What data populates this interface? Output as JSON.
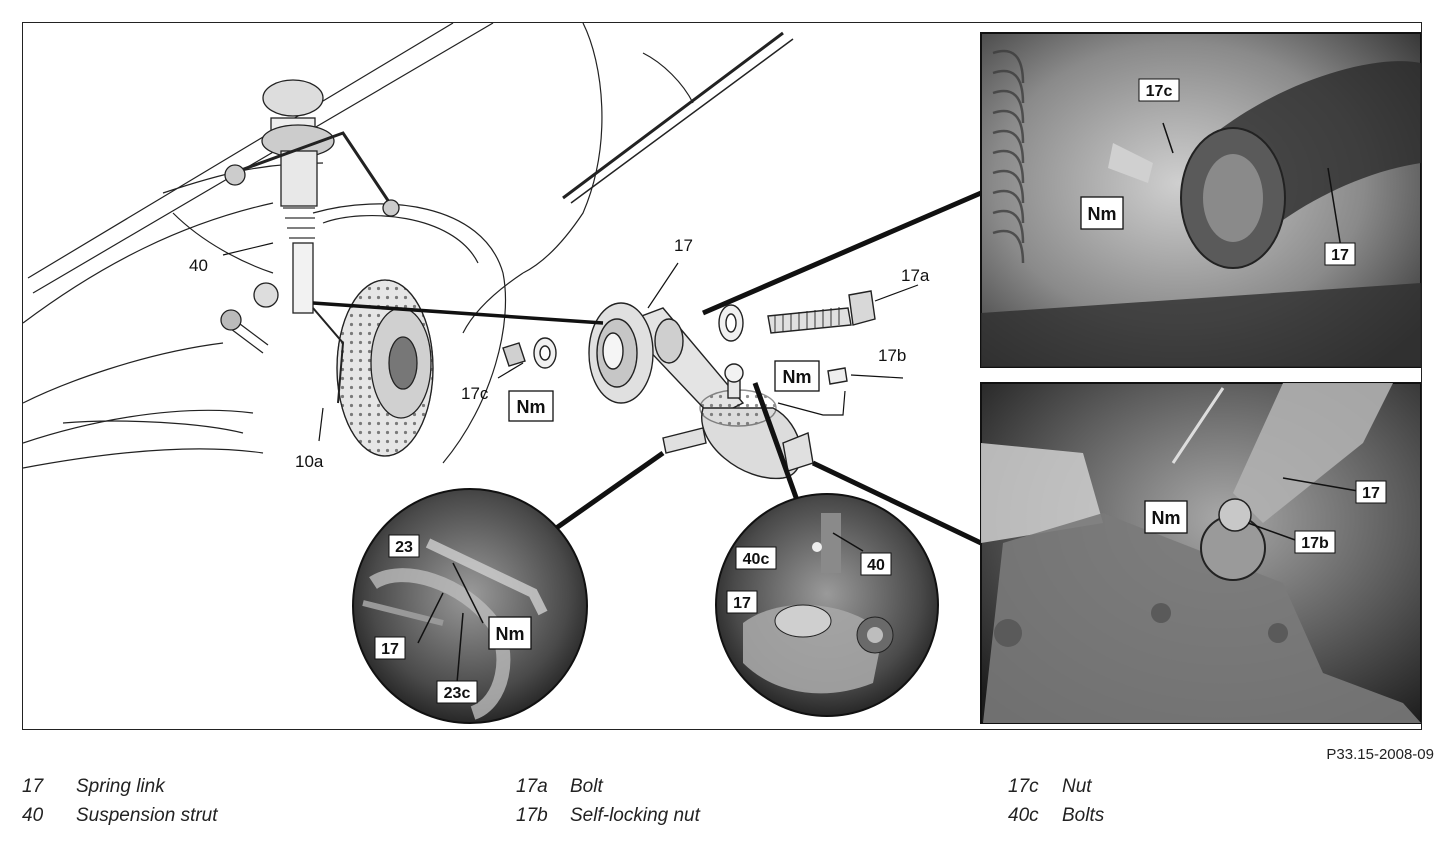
{
  "figure_id": "P33.15-2008-09",
  "callouts": {
    "c17": "17",
    "c17a": "17a",
    "c17b": "17b",
    "c17c": "17c",
    "c40": "40",
    "c10a": "10a",
    "nm": "Nm"
  },
  "inset_top_right": {
    "label_17c": "17c",
    "label_17": "17",
    "nm": "Nm"
  },
  "inset_bottom_right": {
    "label_17": "17",
    "label_17b": "17b",
    "nm": "Nm"
  },
  "circle_left": {
    "label_23": "23",
    "label_17": "17",
    "label_23c": "23c",
    "nm": "Nm"
  },
  "circle_right": {
    "label_40c": "40c",
    "label_40": "40",
    "label_17": "17"
  },
  "legend": {
    "col1": [
      {
        "num": "17",
        "text": "Spring link"
      },
      {
        "num": "40",
        "text": "Suspension strut"
      }
    ],
    "col2": [
      {
        "num": "17a",
        "text": "Bolt"
      },
      {
        "num": "17b",
        "text": "Self-locking nut"
      }
    ],
    "col3": [
      {
        "num": "17c",
        "text": "Nut"
      },
      {
        "num": "40c",
        "text": "Bolts"
      }
    ]
  }
}
